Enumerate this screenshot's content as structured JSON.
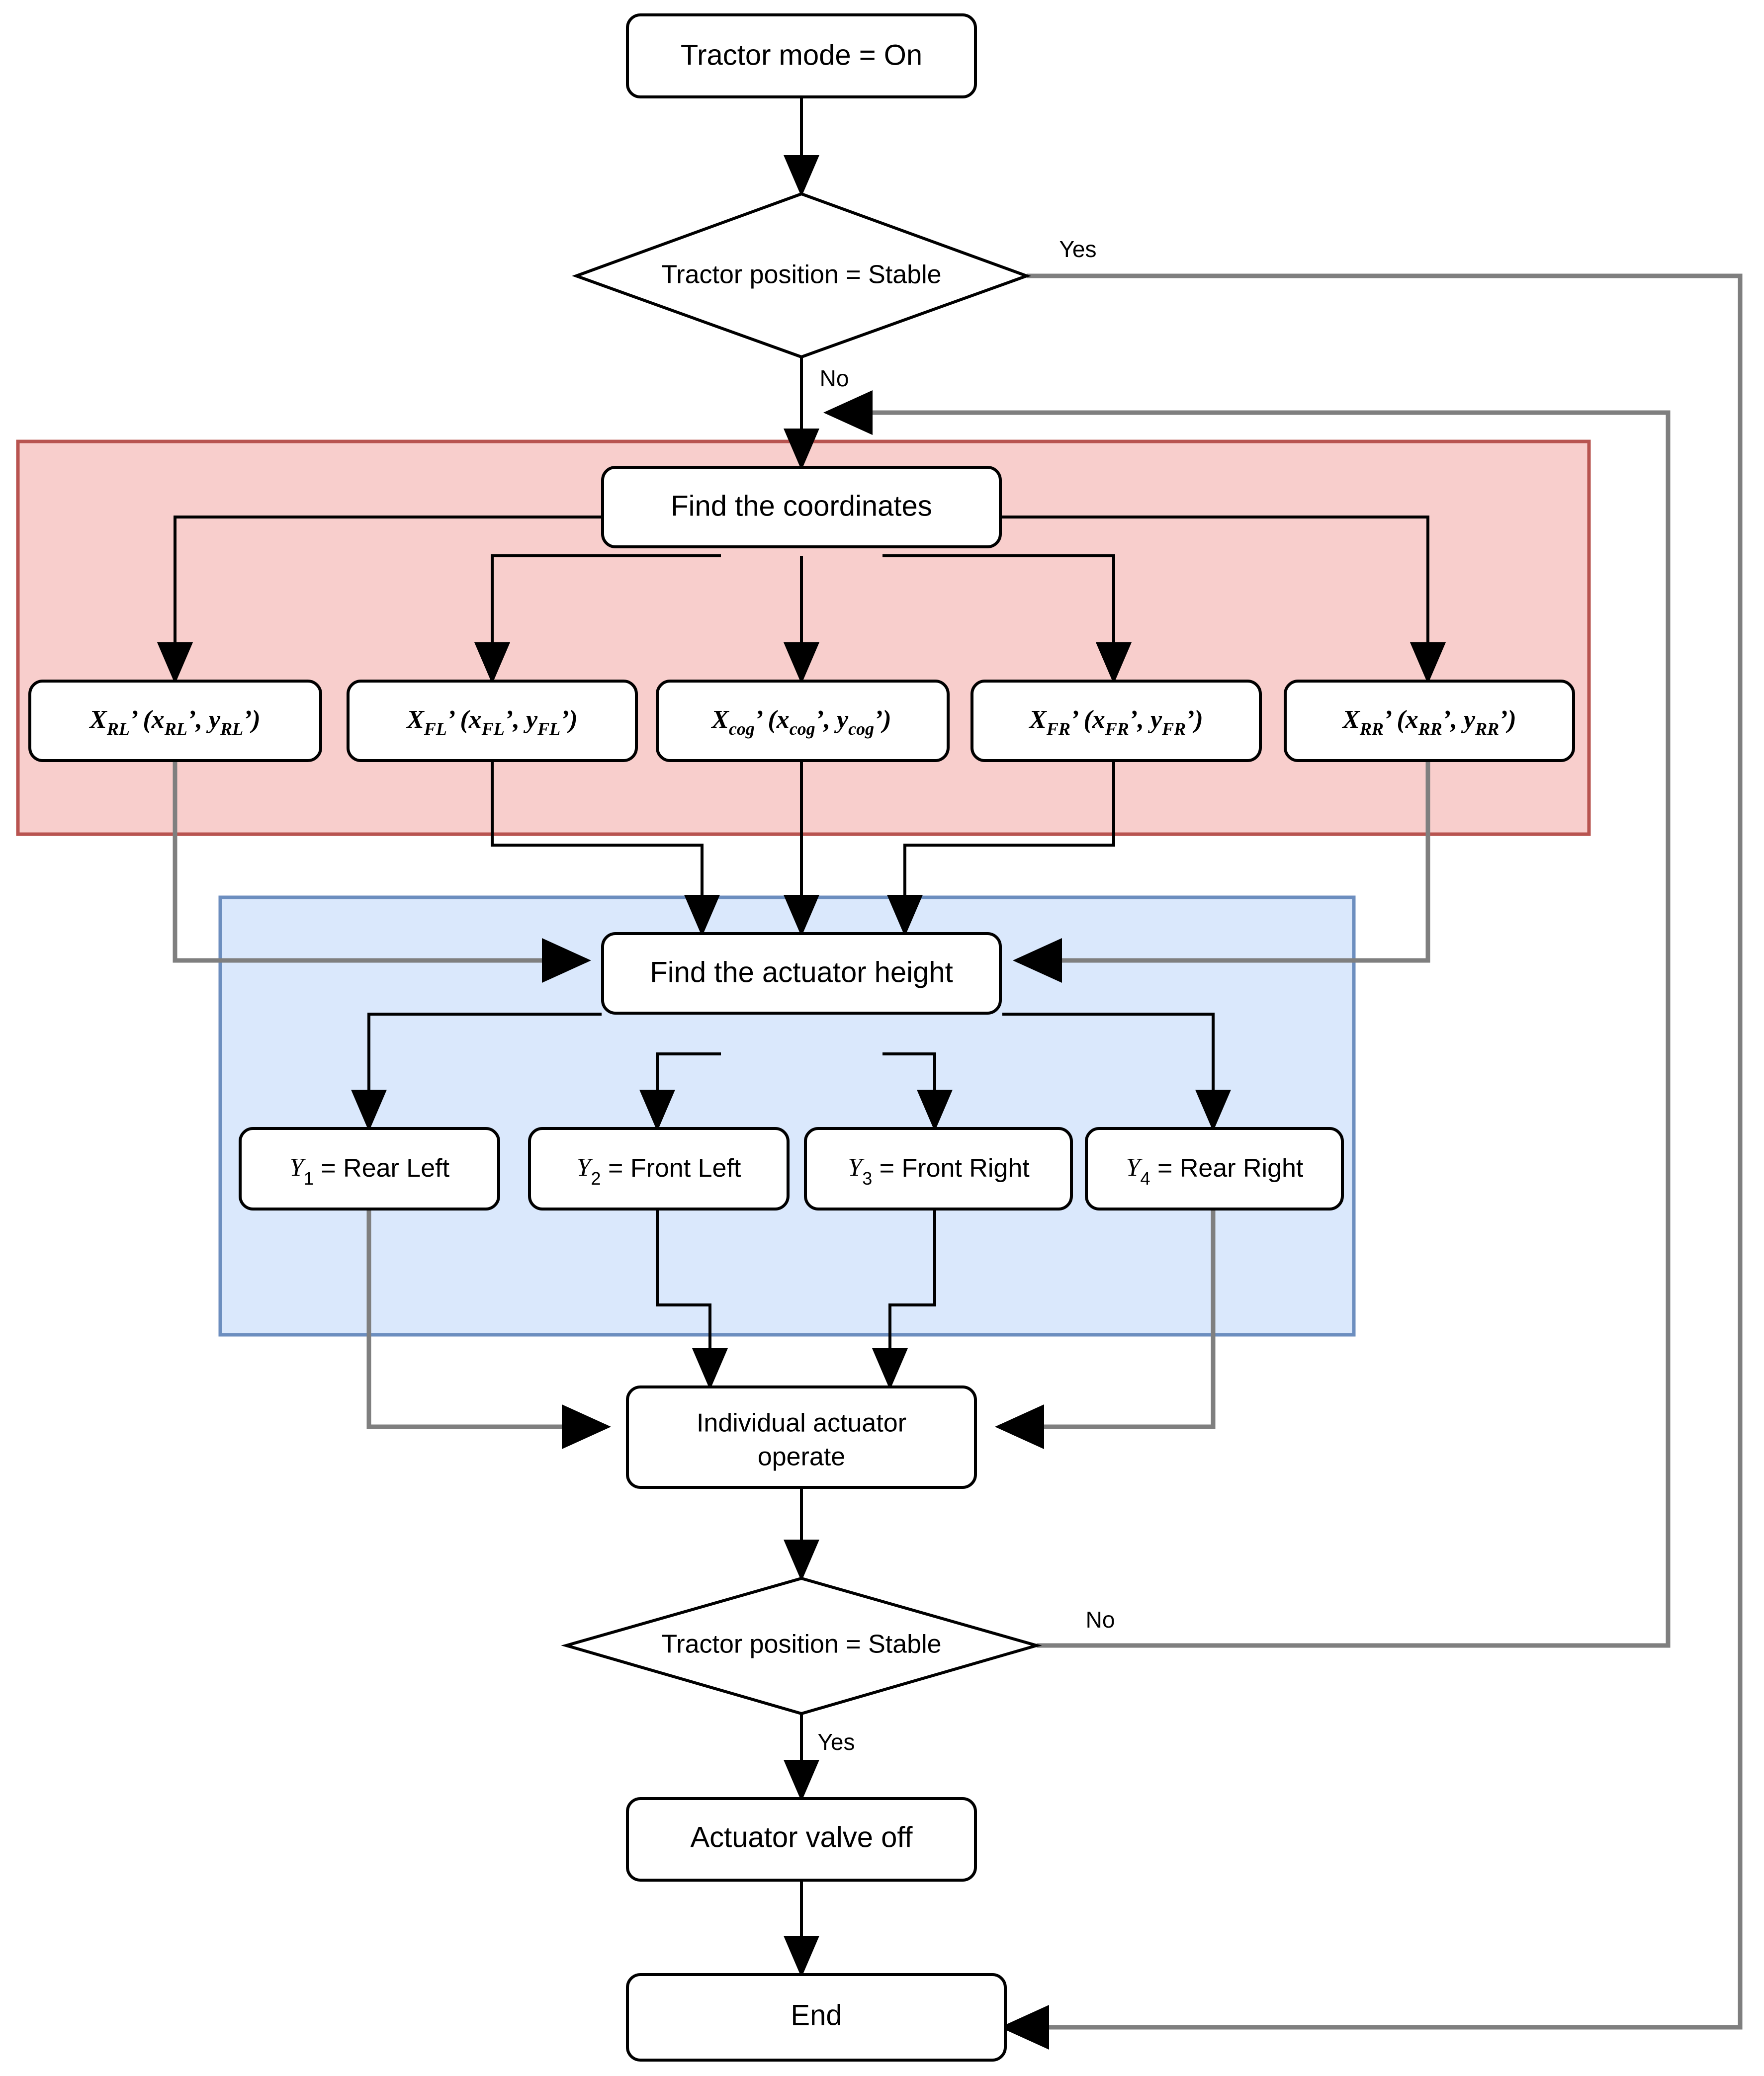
{
  "diagram": {
    "title": "Tractor levelling control flowchart",
    "colors": {
      "pink_fill": "#f8cecc",
      "pink_border": "#b85450",
      "blue_fill": "#dae8fc",
      "blue_border": "#6c8ebf",
      "edge_black": "#000000",
      "edge_gray": "#7f7f7f",
      "node_fill": "#ffffff"
    },
    "nodes": {
      "start": "Tractor mode = On",
      "decision1": "Tractor position = Stable",
      "find_coordinates": "Find the coordinates",
      "find_actuator_height": "Find the actuator height",
      "individual_actuator": {
        "line1": "Individual actuator",
        "line2": "operate"
      },
      "decision2": "Tractor position = Stable",
      "valve_off": "Actuator valve off",
      "end": "End"
    },
    "coordinate_boxes": [
      {
        "main": "X",
        "main_sub": "RL",
        "px": "x",
        "px_sub": "RL",
        "py": "y",
        "py_sub": "RL"
      },
      {
        "main": "X",
        "main_sub": "FL",
        "px": "x",
        "px_sub": "FL",
        "py": "y",
        "py_sub": "FL"
      },
      {
        "main": "X",
        "main_sub": "cog",
        "px": "x",
        "px_sub": "cog",
        "py": "y",
        "py_sub": "cog"
      },
      {
        "main": "X",
        "main_sub": "FR",
        "px": "x",
        "px_sub": "FR",
        "py": "y",
        "py_sub": "FR"
      },
      {
        "main": "X",
        "main_sub": "RR",
        "px": "x",
        "px_sub": "RR",
        "py": "y",
        "py_sub": "RR"
      }
    ],
    "coordinate_labels": [
      "X_RL' (x_RL', y_RL')",
      "X_FL' (x_FL', y_FL')",
      "X_cog' (x_cog', y_cog')",
      "X_FR' (x_FR', y_FR')",
      "X_RR' (x_RR', y_RR')"
    ],
    "actuator_boxes": [
      {
        "sym": "Y",
        "idx": "1",
        "label": " = Rear Left"
      },
      {
        "sym": "Y",
        "idx": "2",
        "label": " = Front Left"
      },
      {
        "sym": "Y",
        "idx": "3",
        "label": " = Front Right"
      },
      {
        "sym": "Y",
        "idx": "4",
        "label": " = Rear Right"
      }
    ],
    "actuator_labels": [
      "Y1 = Rear Left",
      "Y2 = Front Left",
      "Y3 = Front Right",
      "Y4 = Rear Right"
    ],
    "edge_labels": {
      "d1_yes": "Yes",
      "d1_no": "No",
      "d2_no": "No",
      "d2_yes": "Yes"
    }
  }
}
